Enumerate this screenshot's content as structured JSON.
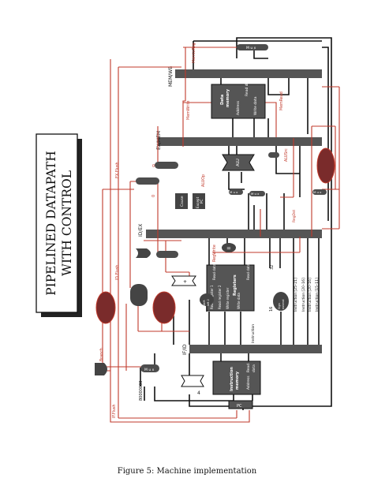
{
  "title": {
    "line1": "PIPELINED DATAPATH",
    "line2": "WITH CONTROL"
  },
  "caption": "Figure 5: Machine implementation",
  "colors": {
    "control": "#c0392b",
    "data": "#111111",
    "unit": "#4d4d4d",
    "unit_red": "#7a2b2b",
    "label": "#c0392b"
  },
  "registers": {
    "if_id": "IF/ID",
    "id_ex": "ID/EX",
    "ex_mem": "EX/MEM",
    "mem_wb": "MEM/WB"
  },
  "units": {
    "pc": "PC",
    "instruction_memory": {
      "title_1": "Instruction",
      "title_2": "memory",
      "port_address": "Address",
      "port_read": "Read",
      "port_data": "data"
    },
    "registers_file": {
      "title": "Registers",
      "read_reg_1": "Read register 1",
      "read_reg_2": "Read register 2",
      "write_reg": "Write register",
      "write_data": "Write data",
      "read_data_1": "Read data 1",
      "read_data_2": "Read data 2"
    },
    "data_memory": {
      "title_1": "Data",
      "title_2": "memory",
      "address": "Address",
      "read_data": "Read data",
      "write_data": "Write data"
    },
    "alu": "ALU",
    "sign_extend": {
      "l1": "Sign",
      "l2": "extend"
    },
    "shift_left": {
      "l1": "Shift",
      "l2": "left 2"
    },
    "cause": "Cause",
    "except_pc": {
      "l1": "Except",
      "l2": "PC"
    },
    "mux_label": "M u x",
    "plus": "+",
    "four": "4",
    "eq": "="
  },
  "signals": {
    "if_flush": "IF.Flush",
    "id_flush": "ID.Flush",
    "ex_flush": "EX.Flush",
    "branch": "Branch",
    "regwrite": "RegWrite",
    "memtoreg": "MemtoReg",
    "memwrite": "MemWrite",
    "memread": "MemRead",
    "aluop": "ALUOp",
    "alusrc": "ALUSrc",
    "regdst": "RegDst",
    "instruction": "Instruction",
    "zero": "0",
    "const_32": "32",
    "const_16": "16",
    "addr": "80000080",
    "instr_25_21": "Instruction [25–21]",
    "instr_20_16": "Instruction [20–16]",
    "instr_20_16b": "Instruction [20–16]",
    "instr_15_11": "Instruction [15–11]"
  }
}
